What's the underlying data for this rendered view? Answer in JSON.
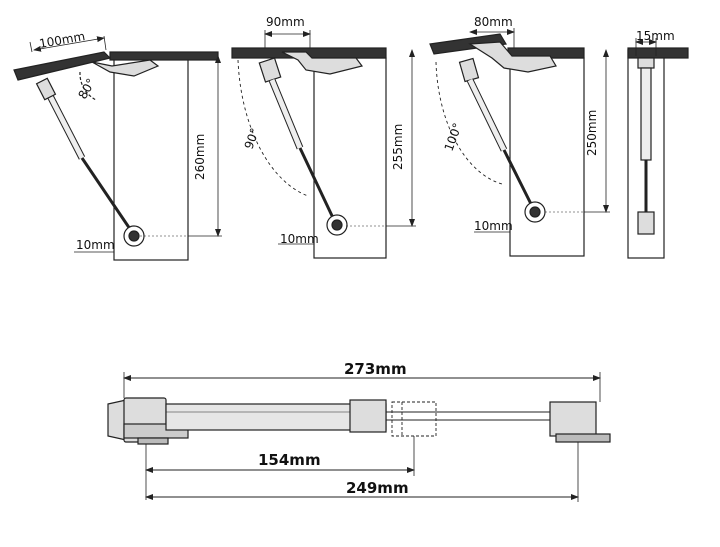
{
  "top_views": [
    {
      "id": "v80",
      "angle": "80°",
      "width": "100mm",
      "height": "260mm",
      "offset": "10mm"
    },
    {
      "id": "v90",
      "angle": "90°",
      "width": "90mm",
      "height": "255mm",
      "offset": "10mm"
    },
    {
      "id": "v100",
      "angle": "100°",
      "width": "80mm",
      "height": "250mm",
      "offset": "10mm"
    },
    {
      "id": "vside",
      "depth": "15mm"
    }
  ],
  "strut": {
    "total": "273mm",
    "body": "154mm",
    "mount": "249mm"
  },
  "colors": {
    "line": "#222222",
    "fill": "#d8d8d8",
    "dark": "#333333"
  }
}
